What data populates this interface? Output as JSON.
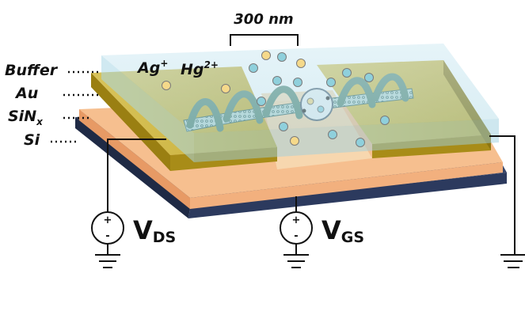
{
  "scale": {
    "value": "300 nm"
  },
  "layers": [
    {
      "key": "buffer",
      "label": "Buffer"
    },
    {
      "key": "au",
      "label": "Au"
    },
    {
      "key": "sinx",
      "label": "SiN",
      "sub": "x"
    },
    {
      "key": "si",
      "label": "Si"
    }
  ],
  "ions": [
    {
      "key": "ag",
      "label": "Ag",
      "charge": "+"
    },
    {
      "key": "hg",
      "label": "Hg",
      "charge": "2+"
    }
  ],
  "sources": [
    {
      "key": "vds",
      "label": "V",
      "sub": "DS",
      "plus": "+",
      "minus": "-"
    },
    {
      "key": "vgs",
      "label": "V",
      "sub": "GS",
      "plus": "+",
      "minus": "-"
    }
  ],
  "colors": {
    "si_substrate": "#2c3a5e",
    "sinx_layer": "#f2b07e",
    "au_electrode": "#b89a1e",
    "buffer": "#bfe3ee",
    "helix": "#5f8f7e",
    "ion_ag": "#f5d98a",
    "ion_hg": "#8fd0dc"
  }
}
